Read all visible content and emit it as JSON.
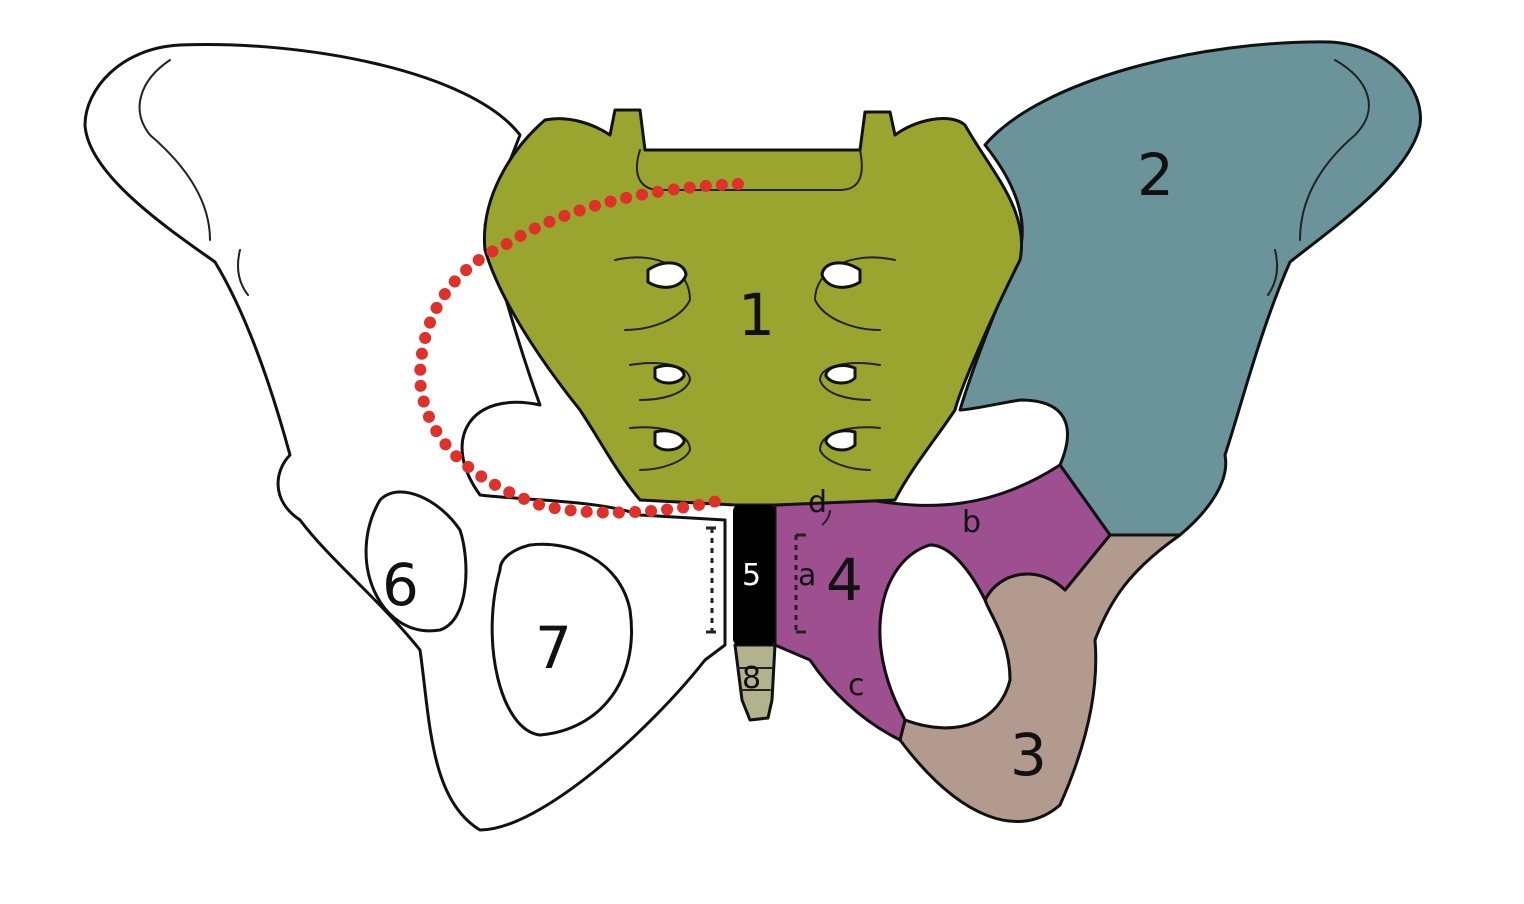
{
  "colors": {
    "sacrum": "#9aa530",
    "ilium": "#6a9499",
    "ischium": "#b39a8f",
    "pubis": "#9e4f8f",
    "symphysis": "#000000",
    "coccyx": "#b2b28f",
    "outline": "#111111",
    "dotted_line": "#e0302a",
    "background": "#ffffff"
  },
  "labels": {
    "l1": "1",
    "l2": "2",
    "l3": "3",
    "l4": "4",
    "l5": "5",
    "l6": "6",
    "l7": "7",
    "l8": "8",
    "la": "a",
    "lb": "b",
    "lc": "c",
    "ld": "d"
  }
}
